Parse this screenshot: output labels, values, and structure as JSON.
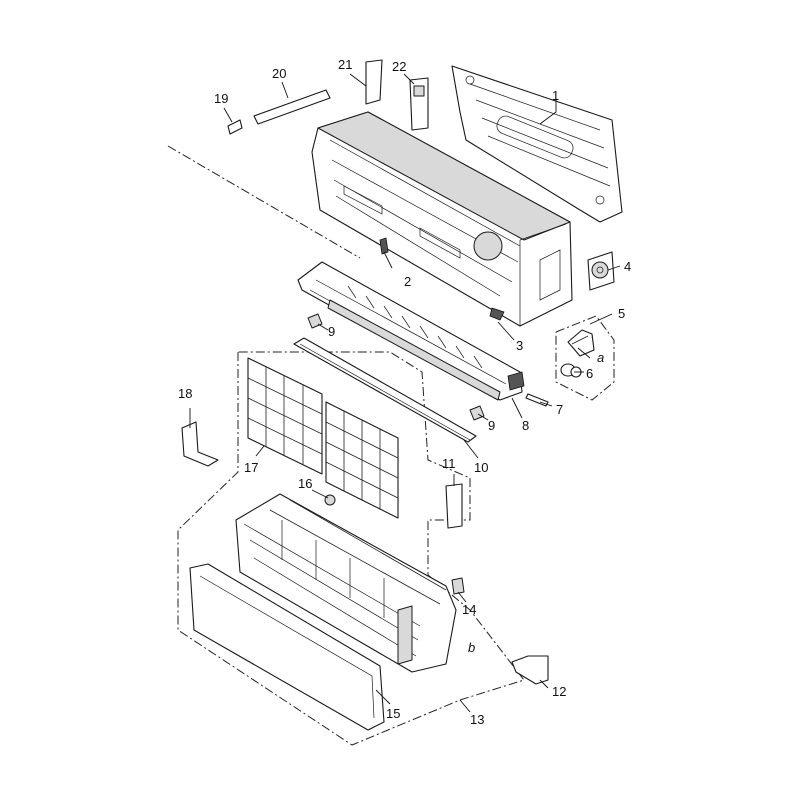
{
  "diagram": {
    "callouts": [
      "1",
      "2",
      "3",
      "4",
      "5",
      "6",
      "7",
      "8",
      "9",
      "9",
      "10",
      "11",
      "12",
      "13",
      "14",
      "15",
      "16",
      "17",
      "18",
      "19",
      "20",
      "21",
      "22"
    ],
    "sub_labels": [
      "a",
      "b"
    ]
  }
}
